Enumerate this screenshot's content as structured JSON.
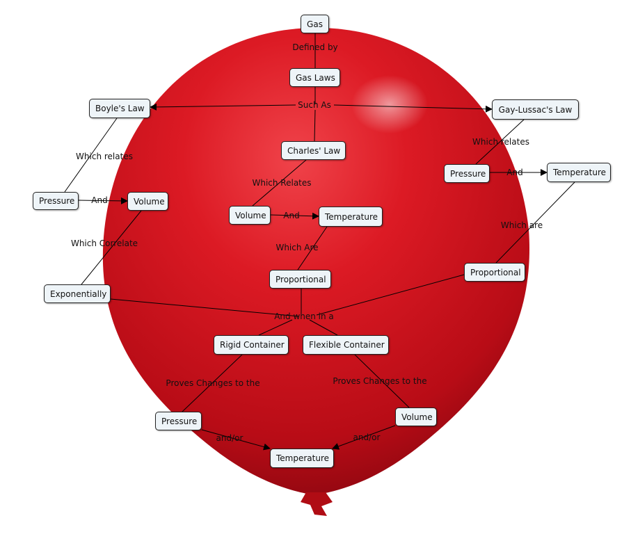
{
  "nodes": {
    "gas": "Gas",
    "gas_laws": "Gas Laws",
    "boyles_law": "Boyle's Law",
    "gay_lussacs_law": "Gay-Lussac's Law",
    "charles_law": "Charles' Law",
    "boyle_pressure": "Pressure",
    "boyle_volume": "Volume",
    "gay_pressure": "Pressure",
    "gay_temperature": "Temperature",
    "charles_volume": "Volume",
    "charles_temperature": "Temperature",
    "exponentially": "Exponentially",
    "proportional_charles": "Proportional",
    "proportional_gay": "Proportional",
    "rigid_container": "Rigid Container",
    "flexible_container": "Flexible Container",
    "rigid_pressure": "Pressure",
    "flexible_volume": "Volume",
    "result_temperature": "Temperature"
  },
  "links": {
    "defined_by": "Defined by",
    "such_as": "Such As",
    "boyle_which_relates": "Which relates",
    "gay_which_relates": "Which relates",
    "charles_which_relates": "Which Relates",
    "boyle_and": "And",
    "gay_and": "And",
    "charles_and": "And",
    "which_correlate": "Which Correlate",
    "charles_which_are": "Which Are",
    "gay_which_are": "Which are",
    "and_when_in_a": "And when in a",
    "rigid_proves": "Proves Changes to the",
    "flexible_proves": "Proves Changes to the",
    "rigid_and_or": "and/or",
    "flexible_and_or": "and/or"
  },
  "colors": {
    "balloon": "#d9141f",
    "node_fill": "#eef4f8",
    "line": "#000000"
  }
}
